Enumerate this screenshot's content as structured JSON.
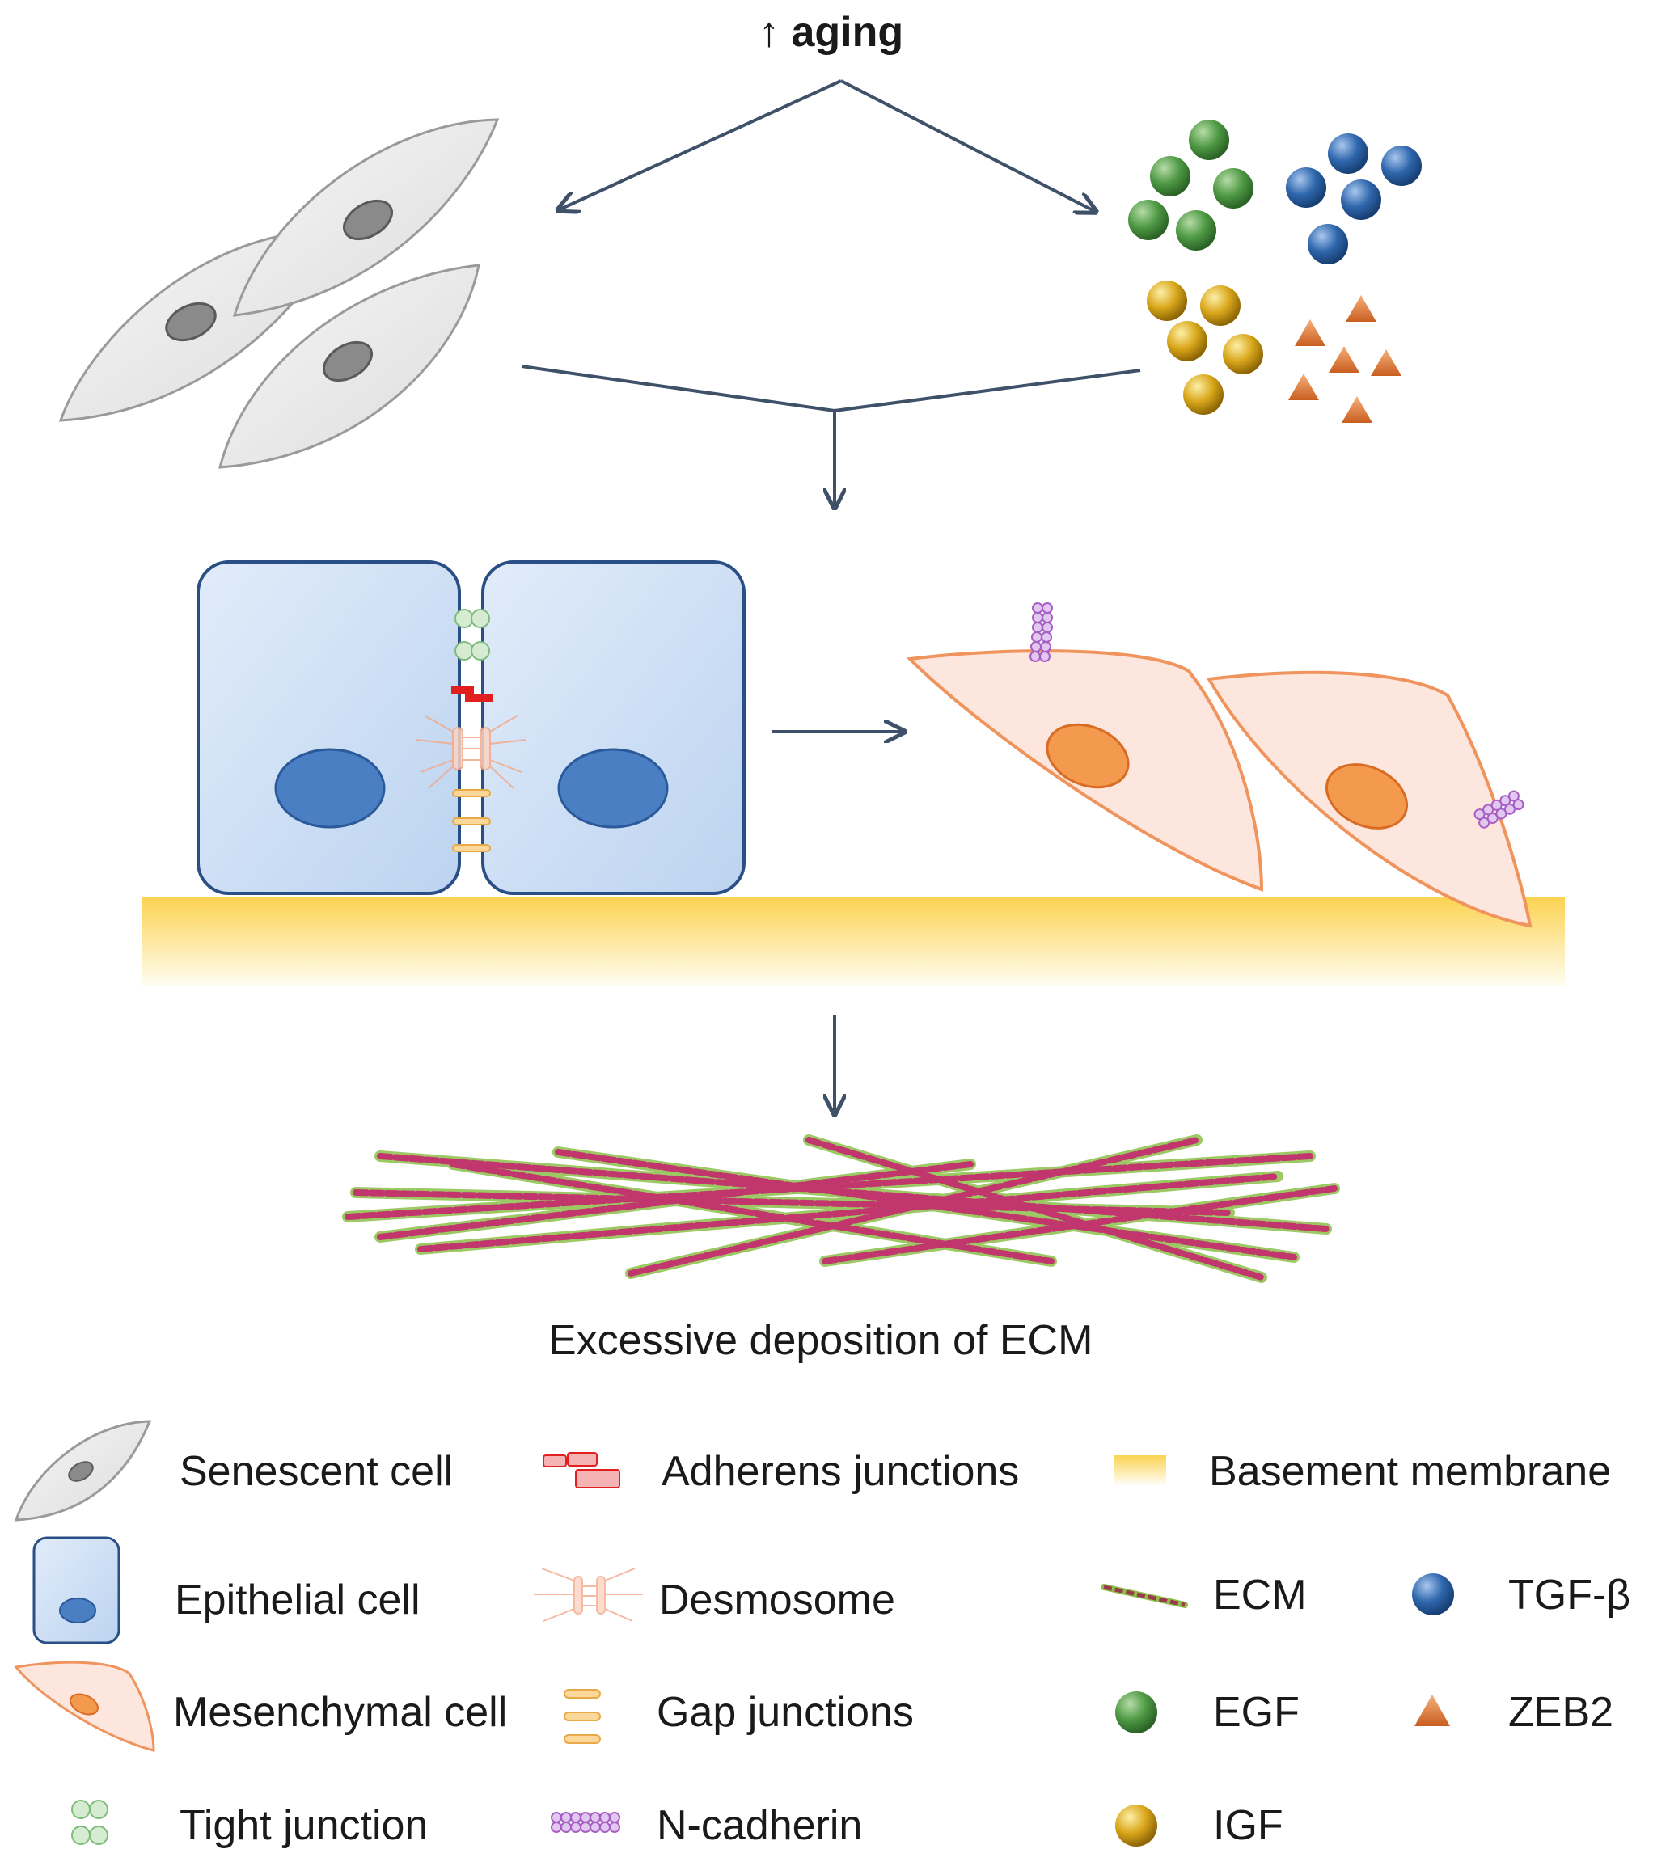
{
  "header": {
    "label": "↑ aging"
  },
  "caption": "Excessive deposition of ECM",
  "legend": {
    "senescent_cell": "Senescent cell",
    "epithelial_cell": "Epithelial cell",
    "mesenchymal_cell": "Mesenchymal cell",
    "tight_junction": "Tight junction",
    "adherens_junctions": "Adherens junctions",
    "desmosome": "Desmosome",
    "gap_junctions": "Gap junctions",
    "n_cadherin": "N-cadherin",
    "basement_membrane": "Basement membrane",
    "ecm": "ECM",
    "tgf_beta": "TGF-β",
    "egf": "EGF",
    "zeb2": "ZEB2",
    "igf": "IGF"
  },
  "colors": {
    "arrow": "#3f5169",
    "senescent_fill": "#ececec",
    "epithelial_fill": "#c9dcf3",
    "epithelial_nucleus": "#4a7fc4",
    "mesenchymal_fill": "#fde6dd",
    "mesenchymal_stroke": "#f0945e",
    "mesenchymal_nucleus": "#f39a4f",
    "egf": "#4f9a45",
    "tgf_beta": "#2f67ad",
    "igf": "#d9a71b",
    "zeb2": "#e07b38",
    "basement_membrane": "#fcd968",
    "n_cadherin": "#a65fc3",
    "adherens": "#e11f1f",
    "ecm_pink": "#c2366e",
    "ecm_green": "#8cc04b"
  }
}
